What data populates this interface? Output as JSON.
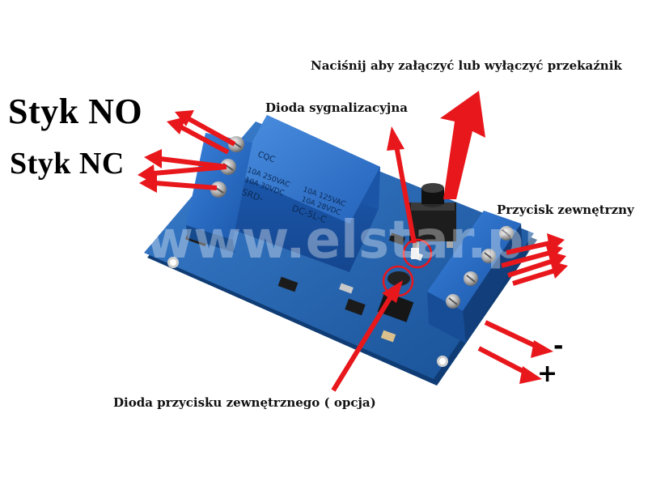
{
  "labels": {
    "no_contact": "Styk NO",
    "nc_contact": "Styk NC",
    "button_hint": "Naciśnij aby załączyć lub wyłączyć przekaźnik",
    "signal_diode": "Dioda sygnalizacyjna",
    "external_button": "Przycisk zewnętrzny",
    "ext_button_diode": "Dioda przycisku zewnętrznego ( opcja)",
    "minus": "-",
    "plus": "+"
  },
  "relay": {
    "brand": "CQC",
    "line1": "10A 250VAC",
    "line2": "10A 30VDC",
    "line3": "10A 125VAC",
    "line4": "10A 28VDC",
    "model": "SRD-",
    "model2": "DC-5L-C"
  },
  "watermark": "www.elstar.pl",
  "colors": {
    "arrow": "#e8171c",
    "board": "#1f5fa8",
    "terminal": "#1d66c2",
    "relay": "#2a6fcc"
  }
}
